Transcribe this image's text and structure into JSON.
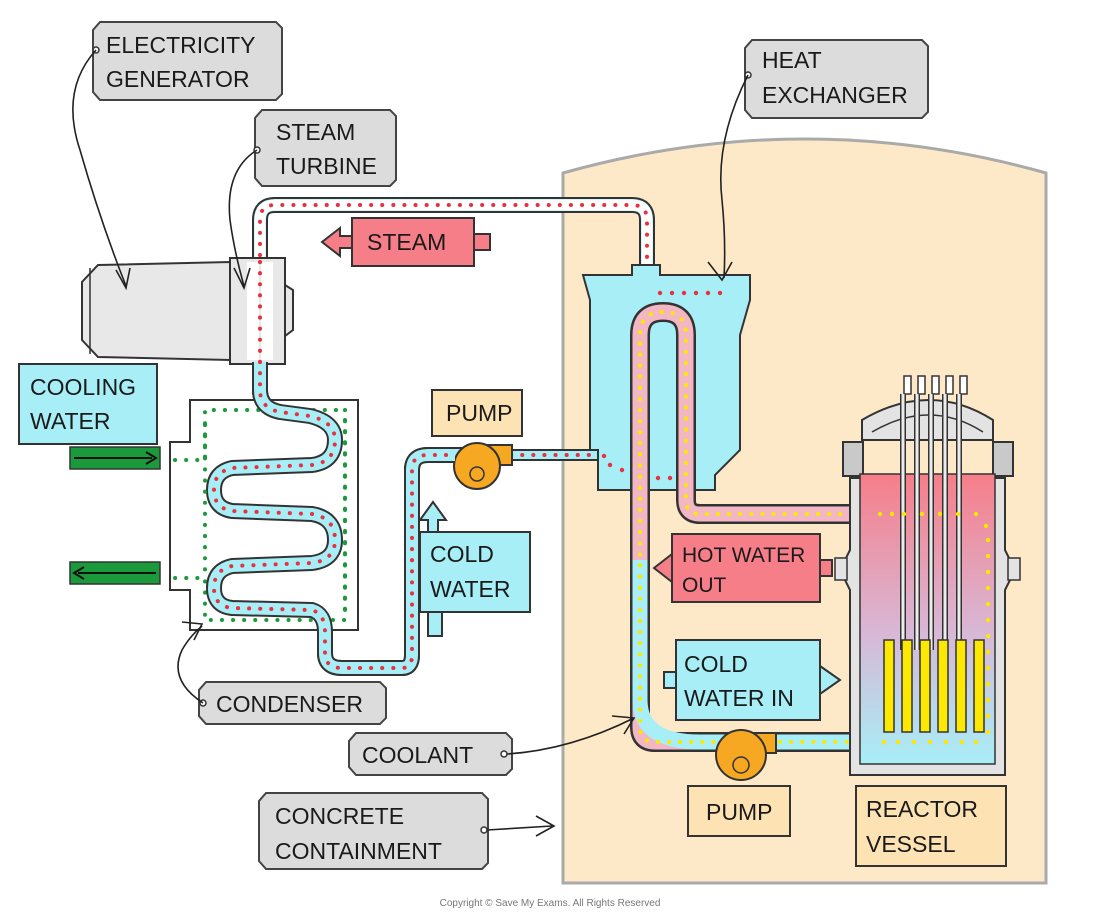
{
  "labels": {
    "electricity_generator": [
      "ELECTRICITY",
      "GENERATOR"
    ],
    "steam_turbine": [
      "STEAM",
      "TURBINE"
    ],
    "heat_exchanger": [
      "HEAT",
      "EXCHANGER"
    ],
    "steam": "STEAM",
    "cooling_water": [
      "COOLING",
      "WATER"
    ],
    "pump_top": "PUMP",
    "cold_water": [
      "COLD",
      "WATER"
    ],
    "hot_water_out": [
      "HOT WATER",
      "OUT"
    ],
    "cold_water_in": [
      "COLD",
      "WATER IN"
    ],
    "condenser": "CONDENSER",
    "coolant": "COOLANT",
    "concrete_containment": [
      "CONCRETE",
      "CONTAINMENT"
    ],
    "pump_bottom": "PUMP",
    "reactor_vessel": [
      "REACTOR",
      "VESSEL"
    ],
    "copyright": "Copyright © Save My Exams. All Rights Reserved"
  },
  "colors": {
    "containment": "#fde9c8",
    "water_blue": "#a7eef7",
    "steam_red": "#e8313f",
    "hot_pink": "#f67e89",
    "coolant_yellow": "#fce800",
    "cooling_green": "#1a9a3a",
    "pump_orange": "#f7a823",
    "label_orange": "#fde3b3",
    "label_grey": "#dcdcdc"
  }
}
